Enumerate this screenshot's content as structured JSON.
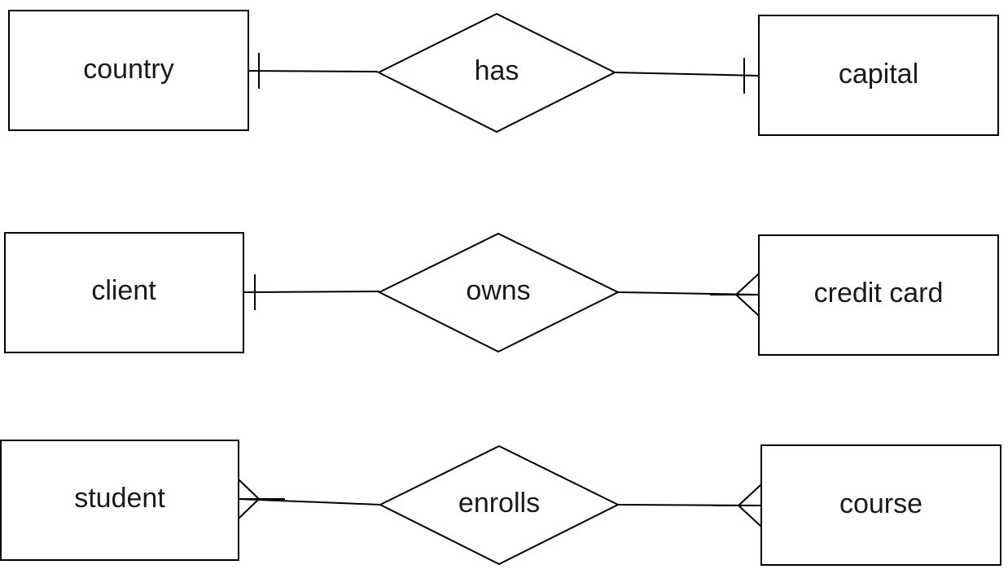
{
  "diagram": {
    "rows": [
      {
        "left_entity": "country",
        "relationship": "has",
        "right_entity": "capital",
        "left_cardinality": "one",
        "right_cardinality": "one"
      },
      {
        "left_entity": "client",
        "relationship": "owns",
        "right_entity": "credit card",
        "left_cardinality": "one",
        "right_cardinality": "many"
      },
      {
        "left_entity": "student",
        "relationship": "enrolls",
        "right_entity": "course",
        "left_cardinality": "many",
        "right_cardinality": "many"
      }
    ]
  }
}
